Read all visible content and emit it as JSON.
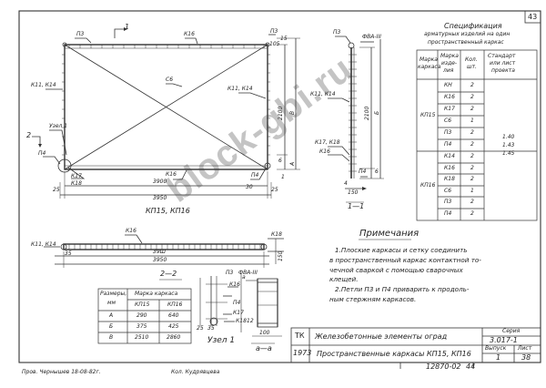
{
  "sheet": {
    "page_number": "43",
    "doc_code": "12870-02",
    "doc_page": "44",
    "series_label": "Серия",
    "series_value": "3.017-1",
    "issue_label": "Выпуск",
    "issue_value": "1",
    "sheet_label": "Лист",
    "sheet_value": "38",
    "org_code_1": "ТК",
    "org_code_2": "1973",
    "title_1": "Железобетонные элементы оград",
    "title_2": "Пространственные каркасы КП15, КП16",
    "signature_1": "Пров. Чернышев 18-08-82г.",
    "signature_2": "Кол. Кудрявцева"
  },
  "watermark": "block-gbi.ru",
  "spec_table": {
    "title_line_1": "Спецификация",
    "title_line_2": "арматурных изделий на один",
    "title_line_3": "пространственный каркас",
    "headers": [
      "Марка каркаса",
      "Марка изде-лия",
      "Кол. шт.",
      "Стандарт или лист проекта"
    ],
    "header_lines": [
      [
        "Марка",
        "каркаса"
      ],
      [
        "Марка",
        "изде-",
        "лия"
      ],
      [
        "Кол.",
        "шт."
      ],
      [
        "Стандарт",
        "или лист",
        "проекта"
      ]
    ],
    "groups": [
      {
        "frame": "КП15",
        "rows": [
          [
            "КН",
            "2"
          ],
          [
            "К16",
            "2"
          ],
          [
            "К17",
            "2"
          ],
          [
            "С6",
            "1"
          ],
          [
            "П3",
            "2"
          ],
          [
            "П4",
            "2"
          ]
        ]
      },
      {
        "frame": "КП16",
        "rows": [
          [
            "К14",
            "2"
          ],
          [
            "К16",
            "2"
          ],
          [
            "К18",
            "2"
          ],
          [
            "С6",
            "1"
          ],
          [
            "П3",
            "2"
          ],
          [
            "П4",
            "2"
          ]
        ]
      }
    ],
    "standard_refs": [
      "1.40",
      "1.43",
      "1.45"
    ]
  },
  "notes": {
    "heading": "Примечания",
    "lines": [
      "1.Плоские каркасы и сетку соединить",
      "в пространственный каркас контактной то-",
      "чечной сваркой с помощью сварочных",
      "клещей.",
      "2.Петли П3 и П4 приварить к продоль-",
      "ным стержням каркасов."
    ]
  },
  "size_table": {
    "title": "Марка каркаса",
    "header_left_1": "Размеры,",
    "header_left_2": "мм",
    "columns": [
      "КП15",
      "КП16"
    ],
    "rows": [
      [
        "А",
        "290",
        "640"
      ],
      [
        "Б",
        "375",
        "425"
      ],
      [
        "В",
        "2510",
        "2860"
      ]
    ]
  },
  "drawing_labels": {
    "main_P3": "П3",
    "main_K16_top": "К16",
    "main_P3_right": "П3",
    "main_dim_15": "15",
    "main_dim_105": "105",
    "main_section_1": "1",
    "main_K11_K14_left": "К11, К14",
    "main_C6": "С6",
    "main_K11_K14_right": "К11, К14",
    "main_node1": "Узел 1",
    "main_dim_2100": "2100",
    "main_dim_B": "В",
    "main_dim_A": "А",
    "main_dim_6": "6",
    "main_section_2": "2",
    "main_P4_left": "П4",
    "main_K16_bottom": "К16",
    "main_P4_right": "П4",
    "main_K17": "К17",
    "main_K18": "К18",
    "main_dim_25": "25",
    "main_dim_3900": "3900",
    "main_dim_3950": "3950",
    "main_dim_25r": "25",
    "main_dim_30": "30",
    "main_dim_1": "1",
    "main_caption": "КП15, КП16",
    "sec_P3": "П3",
    "sec_detail_ref": "ФВА-III",
    "sec_K11_K14": "К11, К14",
    "sec_K17_K18": "К17, К18",
    "sec_K16": "К16",
    "sec_P4": "П4",
    "sec_dim_2100": "2100",
    "sec_dim_b": "Б",
    "sec_dim_6": "6",
    "sec_dim_150": "150",
    "sec_caption": "1—1",
    "sec_dim_4": "4",
    "plan_K16": "К16",
    "plan_K11_K14": "К11, К14",
    "plan_K18": "К18",
    "plan_dim_35": "35",
    "plan_dim_3900": "39Ш",
    "plan_dim_3950": "3950",
    "plan_dim_150": "150",
    "plan_caption": "2—2",
    "node_P3": "П3",
    "node_detail_ref": "ФВА-III",
    "node_K16": "К16",
    "node_P4": "П4",
    "node_K17": "К17",
    "node_K18": "К18",
    "node_dim_25": "25",
    "node_dim_35": "35",
    "node_dim_100": "100",
    "node_dim_12": "12",
    "node_dim_a": "а",
    "node_caption": "Узел 1",
    "aa_caption": "а—а"
  }
}
